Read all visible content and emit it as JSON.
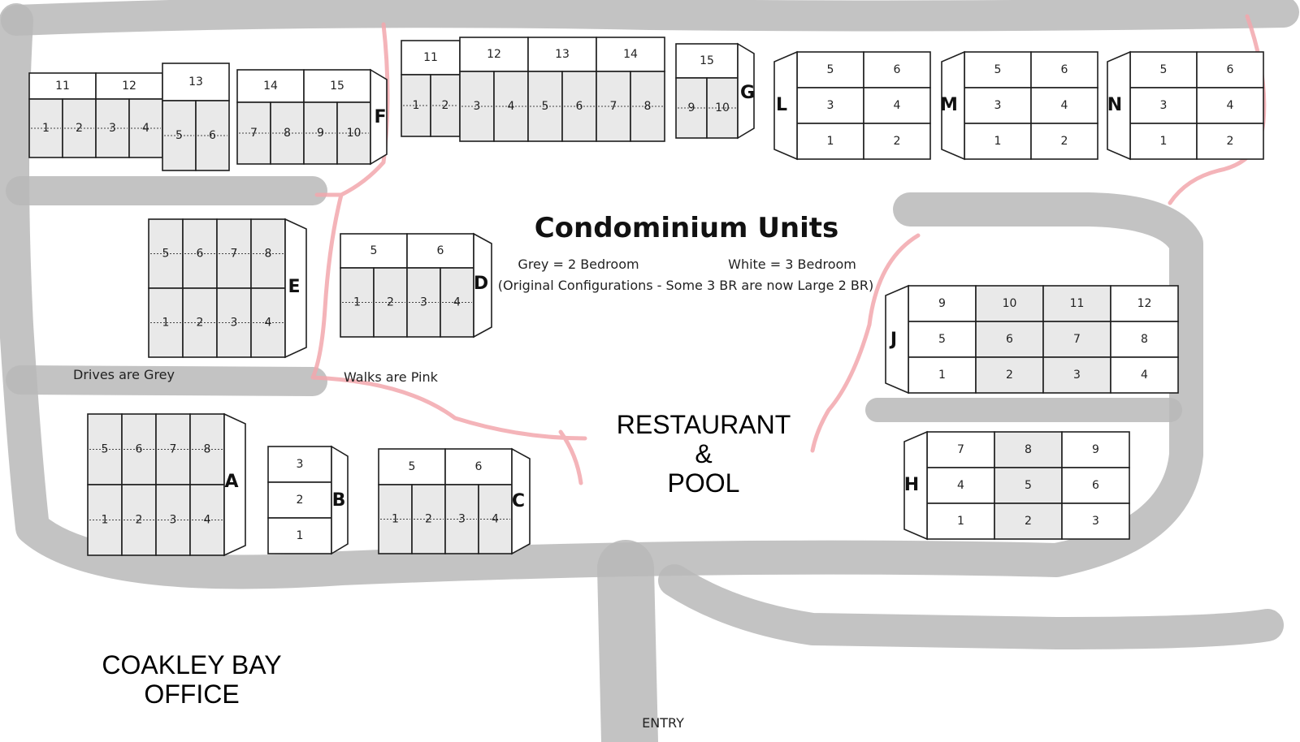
{
  "title": "Condominium Units",
  "legend_grey": "Grey = 2 Bedroom",
  "legend_white": "White = 3 Bedroom",
  "legend_note": "(Original Configurations - Some 3 BR are now Large 2 BR)",
  "note_drives": "Drives are Grey",
  "note_walks": "Walks are Pink",
  "restaurant_lines": [
    "RESTAURANT",
    "&",
    "POOL"
  ],
  "office_lines": [
    "COAKLEY BAY",
    "OFFICE"
  ],
  "entry": "ENTRY",
  "colors": {
    "grey_unit": "#e9e9e9",
    "white_unit": "#ffffff",
    "drive": "#b9b9b9",
    "walk": "#f2a7ad"
  },
  "buildings": {
    "A": {
      "label": "A",
      "upper": [
        "5",
        "6",
        "7",
        "8"
      ],
      "lower": [
        "1",
        "2",
        "3",
        "4"
      ]
    },
    "B": {
      "label": "B",
      "units": [
        "3",
        "2",
        "1"
      ]
    },
    "C": {
      "label": "C",
      "upper": [
        "5",
        "6"
      ],
      "lower": [
        "1",
        "2",
        "3",
        "4"
      ]
    },
    "D": {
      "label": "D",
      "upper": [
        "5",
        "6"
      ],
      "lower": [
        "1",
        "2",
        "3",
        "4"
      ]
    },
    "E": {
      "label": "E",
      "upper": [
        "5",
        "6",
        "7",
        "8"
      ],
      "lower": [
        "1",
        "2",
        "3",
        "4"
      ]
    },
    "F": {
      "label": "F",
      "left_upper": [
        "11",
        "12"
      ],
      "left_lower": [
        "1",
        "2",
        "3",
        "4"
      ],
      "mid_upper": [
        "13"
      ],
      "mid_lower": [
        "5",
        "6"
      ],
      "right_upper": [
        "14",
        "15"
      ],
      "right_lower": [
        "7",
        "8",
        "9",
        "10"
      ]
    },
    "G": {
      "label": "G",
      "left_upper": [
        "11"
      ],
      "left_lower": [
        "1",
        "2"
      ],
      "mid_upper": [
        "12",
        "13",
        "14"
      ],
      "mid_lower": [
        "3",
        "4",
        "5",
        "6",
        "7",
        "8"
      ],
      "right_upper": [
        "15"
      ],
      "right_lower": [
        "9",
        "10"
      ]
    },
    "L": {
      "label": "L",
      "rows": [
        [
          "5",
          "6"
        ],
        [
          "3",
          "4"
        ],
        [
          "1",
          "2"
        ]
      ]
    },
    "M": {
      "label": "M",
      "rows": [
        [
          "5",
          "6"
        ],
        [
          "3",
          "4"
        ],
        [
          "1",
          "2"
        ]
      ]
    },
    "N": {
      "label": "N",
      "rows": [
        [
          "5",
          "6"
        ],
        [
          "3",
          "4"
        ],
        [
          "1",
          "2"
        ]
      ]
    },
    "J": {
      "label": "J",
      "rows": [
        [
          "9",
          "10",
          "11",
          "12"
        ],
        [
          "5",
          "6",
          "7",
          "8"
        ],
        [
          "1",
          "2",
          "3",
          "4"
        ]
      ]
    },
    "H": {
      "label": "H",
      "rows": [
        [
          "7",
          "8",
          "9"
        ],
        [
          "4",
          "5",
          "6"
        ],
        [
          "1",
          "2",
          "3"
        ]
      ]
    }
  }
}
